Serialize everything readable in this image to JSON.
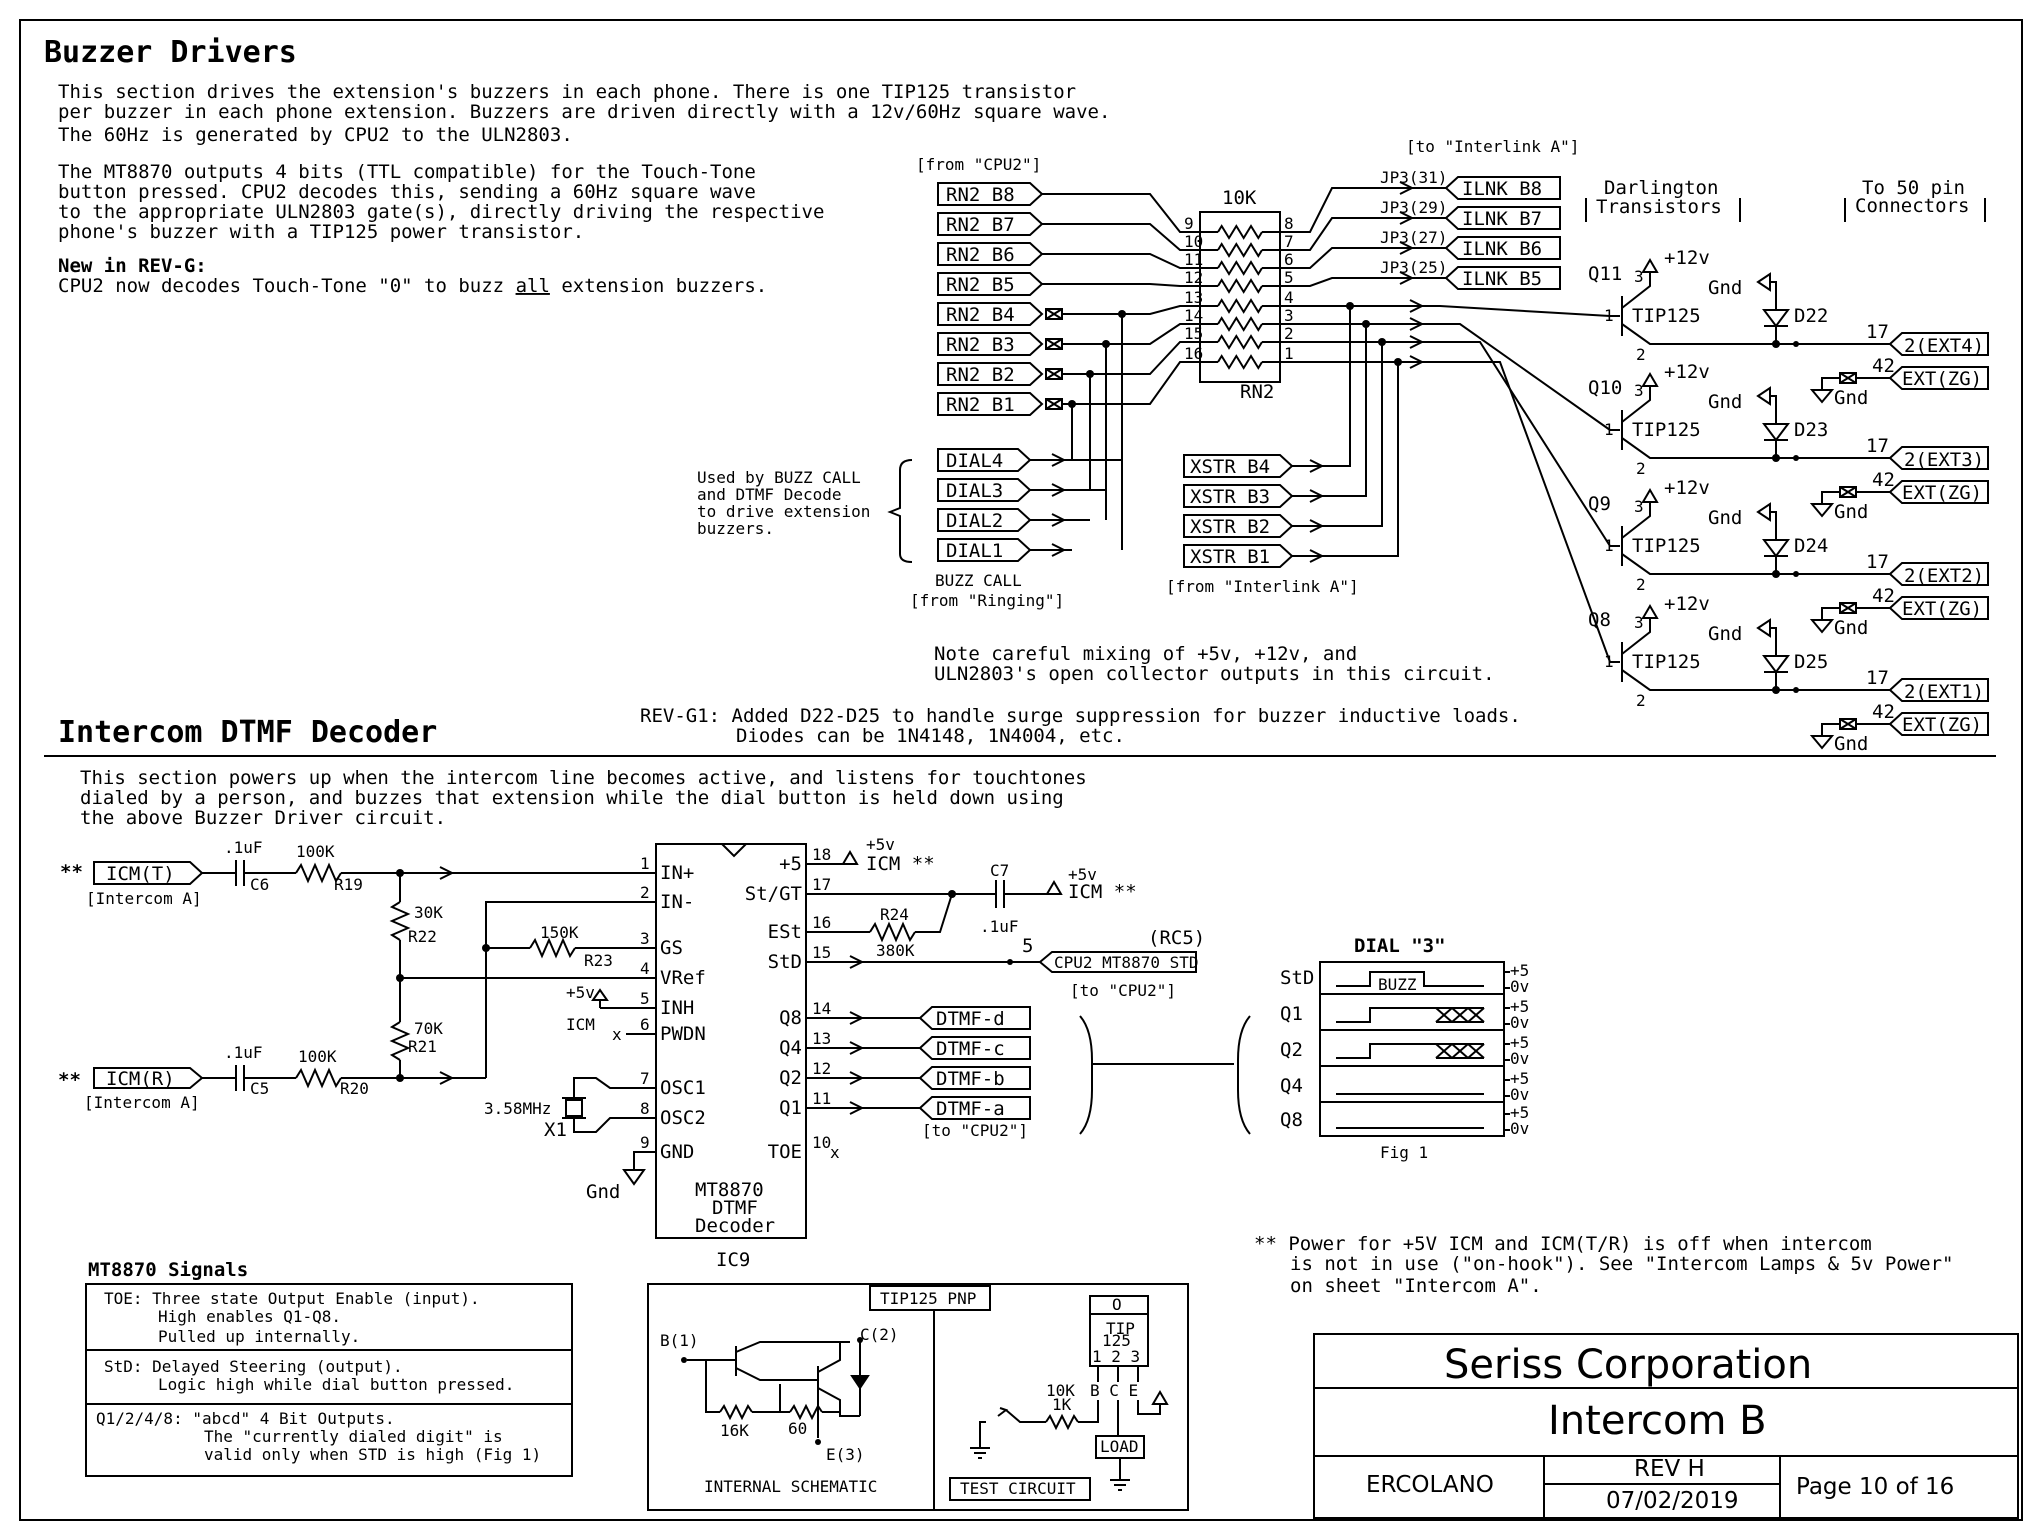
{
  "buzzer": {
    "title": "Buzzer Drivers",
    "p1": "This section drives the extension's buzzers in each phone. There is one TIP125 transistor",
    "p2": "per buzzer in each phone extension. Buzzers are driven directly with a 12v/60Hz square wave.",
    "p3": "The 60Hz is generated by CPU2 to the ULN2803.",
    "p4": "The MT8870 outputs 4 bits (TTL compatible) for the Touch-Tone",
    "p5": "button pressed. CPU2 decodes this, sending a 60Hz square wave",
    "p6": "to the appropriate ULN2803 gate(s), directly driving the respective",
    "p7": "phone's buzzer with a TIP125 power transistor.",
    "new_hdr": "New in REV-G:",
    "new_a": "CPU2 now decodes Touch-Tone \"0\" to buzz ",
    "new_b": "all",
    "new_c": " extension buzzers.",
    "from_cpu2": "[from \"CPU2\"]",
    "to_ilnk": "[to \"Interlink A\"]",
    "rn_in": [
      "RN2 B8",
      "RN2 B7",
      "RN2 B6",
      "RN2 B5",
      "RN2 B4",
      "RN2 B3",
      "RN2 B2",
      "RN2 B1"
    ],
    "rn_pins_l": [
      "9",
      "10",
      "11",
      "12",
      "13",
      "14",
      "15",
      "16"
    ],
    "rn_pins_r": [
      "8",
      "7",
      "6",
      "5",
      "4",
      "3",
      "2",
      "1"
    ],
    "rn_value": "10K",
    "rn_name": "RN2",
    "jp": [
      "JP3(31)",
      "JP3(29)",
      "JP3(27)",
      "JP3(25)"
    ],
    "ilnk": [
      "ILNK B8",
      "ILNK B7",
      "ILNK B6",
      "ILNK B5"
    ],
    "dial": [
      "DIAL4",
      "DIAL3",
      "DIAL2",
      "DIAL1"
    ],
    "used_by": [
      "Used by BUZZ CALL",
      "and DTMF Decode",
      "to drive extension",
      "buzzers."
    ],
    "buzz_call": "BUZZ CALL",
    "from_ringing": "[from \"Ringing\"]",
    "xstr": [
      "XSTR B4",
      "XSTR B3",
      "XSTR B2",
      "XSTR B1"
    ],
    "from_ilnk": "[from \"Interlink A\"]",
    "darl": [
      "Darlington",
      "Transistors"
    ],
    "to50": [
      "To 50 pin",
      "Connectors"
    ],
    "q": [
      "Q11",
      "Q10",
      "Q9",
      "Q8"
    ],
    "d": [
      "D22",
      "D23",
      "D24",
      "D25"
    ],
    "tip": "TIP125",
    "v12": "+12v",
    "gnd": "Gnd",
    "ext": [
      "2(EXT4)",
      "2(EXT3)",
      "2(EXT2)",
      "2(EXT1)"
    ],
    "extzg": "EXT(ZG)",
    "pin1": "1",
    "pin2": "2",
    "pin3": "3",
    "pin17": "17",
    "pin42": "42",
    "note1": "Note careful mixing of +5v, +12v, and",
    "note2": "ULN2803's open collector outputs in this circuit.",
    "rev1": "REV-G1: Added D22-D25 to handle surge suppression for buzzer inductive loads.",
    "rev2": "Diodes can be 1N4148, 1N4004, etc."
  },
  "dtmf": {
    "title": "Intercom DTMF Decoder",
    "p1": "This section powers up when the intercom line becomes active, and listens for touchtones",
    "p2": "dialed by a person, and buzzes that extension while the dial button is held down using",
    "p3": "the above Buzzer Driver circuit.",
    "icmt": "ICM(T)",
    "icmr": "ICM(R)",
    "stars": "**",
    "intercom_a": "[Intercom A]",
    "c6": "C6",
    "c5": "C5",
    "cval": ".1uF",
    "r19": "R19",
    "r20": "R20",
    "v100k": "100K",
    "r22": "R22",
    "v30k": "30K",
    "r21": "R21",
    "v70k": "70K",
    "r23": "R23",
    "v150k": "150K",
    "r24": "R24",
    "v380k": "380K",
    "plus5": "+5v",
    "icm": "ICM",
    "icmss": "ICM **",
    "xtal": "3.58MHz",
    "x1": "X1",
    "x": "x",
    "ic_pins_l": [
      {
        "n": "1",
        "l": "IN+"
      },
      {
        "n": "2",
        "l": "IN-"
      },
      {
        "n": "3",
        "l": "GS"
      },
      {
        "n": "4",
        "l": "VRef"
      },
      {
        "n": "5",
        "l": "INH"
      },
      {
        "n": "6",
        "l": "PWDN"
      },
      {
        "n": "7",
        "l": "OSC1"
      },
      {
        "n": "8",
        "l": "OSC2"
      },
      {
        "n": "9",
        "l": "GND"
      }
    ],
    "ic_pins_r": [
      {
        "n": "18",
        "l": "+5"
      },
      {
        "n": "17",
        "l": "St/GT"
      },
      {
        "n": "16",
        "l": "ESt"
      },
      {
        "n": "15",
        "l": "StD"
      },
      {
        "n": "14",
        "l": "Q8"
      },
      {
        "n": "13",
        "l": "Q4"
      },
      {
        "n": "12",
        "l": "Q2"
      },
      {
        "n": "11",
        "l": "Q1"
      },
      {
        "n": "10",
        "l": "TOE"
      }
    ],
    "ic_title": [
      "MT8870",
      "DTMF",
      "Decoder"
    ],
    "ic_ref": "IC9",
    "c7": "C7",
    "c7val": ".1uF",
    "five": "5",
    "rc5": "(RC5)",
    "cpu2std": "CPU2 MT8870 STD",
    "to_cpu2": "[to \"CPU2\"]",
    "outs": [
      "DTMF-d",
      "DTMF-c",
      "DTMF-b",
      "DTMF-a"
    ],
    "dial3": "DIAL \"3\"",
    "tim_rows": [
      "StD",
      "Q1",
      "Q2",
      "Q4",
      "Q8"
    ],
    "buzz": "BUZZ",
    "plus5l": "+5",
    "zero": "0v",
    "fig": "Fig 1",
    "pwr1": "** Power for +5V ICM and ICM(T/R) is off when intercom",
    "pwr2": "is not in use (\"on-hook\"). See \"Intercom Lamps & 5v Power\"",
    "pwr3": "on sheet \"Intercom A\"."
  },
  "signals": {
    "title": "MT8870 Signals",
    "rows": [
      [
        "TOE: Three state Output Enable (input).",
        "High enables Q1-Q8.",
        "Pulled up internally."
      ],
      [
        "StD: Delayed Steering (output).",
        "Logic high while dial button pressed."
      ],
      [
        "Q1/2/4/8: \"abcd\" 4 Bit Outputs.",
        "The \"currently dialed digit\" is",
        "valid only when STD is high (Fig 1)"
      ]
    ]
  },
  "pnp": {
    "title": "TIP125 PNP",
    "b1": "B(1)",
    "c2": "C(2)",
    "e3": "E(3)",
    "r16k": "16K",
    "r60": "60",
    "internal": "INTERNAL SCHEMATIC",
    "pkg_o": "O",
    "pkg_t": "TIP",
    "pkg_n": "125",
    "pkg_pins": "1 2 3",
    "pkg_bce": "B C E",
    "r10k": "10K",
    "r1k": "1K",
    "load": "LOAD",
    "test": "TEST CIRCUIT"
  },
  "titleblock": {
    "company": "Seriss Corporation",
    "sheet": "Intercom B",
    "author": "ERCOLANO",
    "rev": "REV H",
    "date": "07/02/2019",
    "page": "Page 10 of 16"
  }
}
